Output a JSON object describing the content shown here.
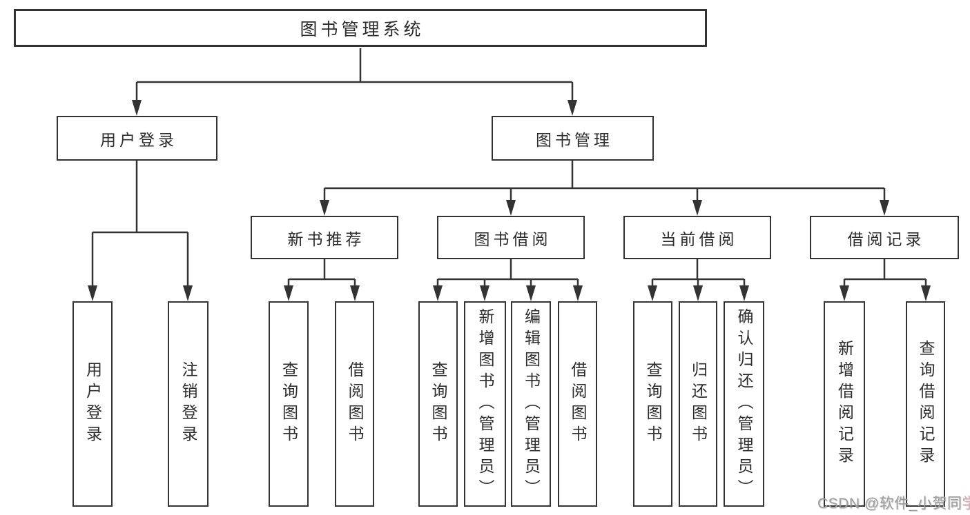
{
  "tree": {
    "root_label": "图书管理系统",
    "user_login": {
      "label": "用户登录",
      "children": [
        "用户登录",
        "注销登录"
      ]
    },
    "book_mgmt": {
      "label": "图书管理",
      "groups": [
        {
          "label": "新书推荐",
          "children": [
            "查询图书",
            "借阅图书"
          ]
        },
        {
          "label": "图书借阅",
          "children": [
            "查询图书",
            "新增图书（管理员）",
            "编辑图书（管理员）",
            "借阅图书"
          ]
        },
        {
          "label": "当前借阅",
          "children": [
            "查询图书",
            "归还图书",
            "确认归还（管理员）"
          ]
        },
        {
          "label": "借阅记录",
          "children": [
            "新增借阅记录",
            "查询借阅记录"
          ]
        }
      ]
    }
  },
  "watermark": {
    "text_gray": "CSDN @软件_小贺同",
    "text_pink": "学"
  },
  "colors": {
    "line": "#333333",
    "text": "#2d2d2d",
    "background": "#ffffff",
    "watermark_gray": "#9e9e9e",
    "watermark_pink": "#e3a7b0"
  }
}
